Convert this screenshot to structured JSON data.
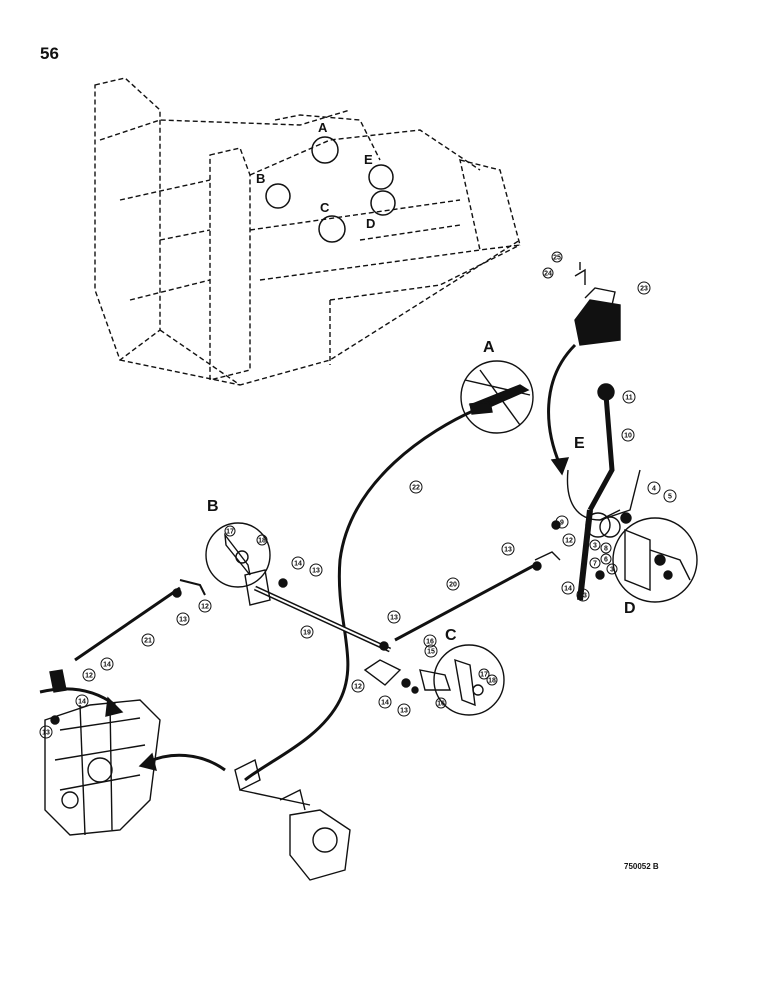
{
  "page": {
    "number": "56",
    "figure_ref": "750052 B"
  },
  "frame_labels": {
    "a": "A",
    "b": "B",
    "c": "C",
    "d": "D",
    "e": "E"
  },
  "detail_labels": {
    "a": "A",
    "b": "B",
    "c": "C",
    "d": "D",
    "e": "E"
  },
  "callouts": {
    "n3a": "3",
    "n3b": "3",
    "n4": "4",
    "n5": "5",
    "n6": "6",
    "n7": "7",
    "n8": "8",
    "n9": "9",
    "n10": "10",
    "n11": "11",
    "n12a": "12",
    "n12b": "12",
    "n12c": "12",
    "n12d": "12",
    "n13a": "13",
    "n13b": "13",
    "n13c": "13",
    "n13d": "13",
    "n13e": "13",
    "n13f": "13",
    "n14a": "14",
    "n14b": "14",
    "n14c": "14",
    "n14d": "14",
    "n14e": "14",
    "n15": "15",
    "n16a": "16",
    "n16b": "16",
    "n17a": "17",
    "n17b": "17",
    "n18a": "18",
    "n18b": "18",
    "n19": "19",
    "n20": "20",
    "n21": "21",
    "n22": "22",
    "n23": "23",
    "n24": "24",
    "n25": "25"
  },
  "colors": {
    "ink": "#111111",
    "paper": "#ffffff"
  }
}
